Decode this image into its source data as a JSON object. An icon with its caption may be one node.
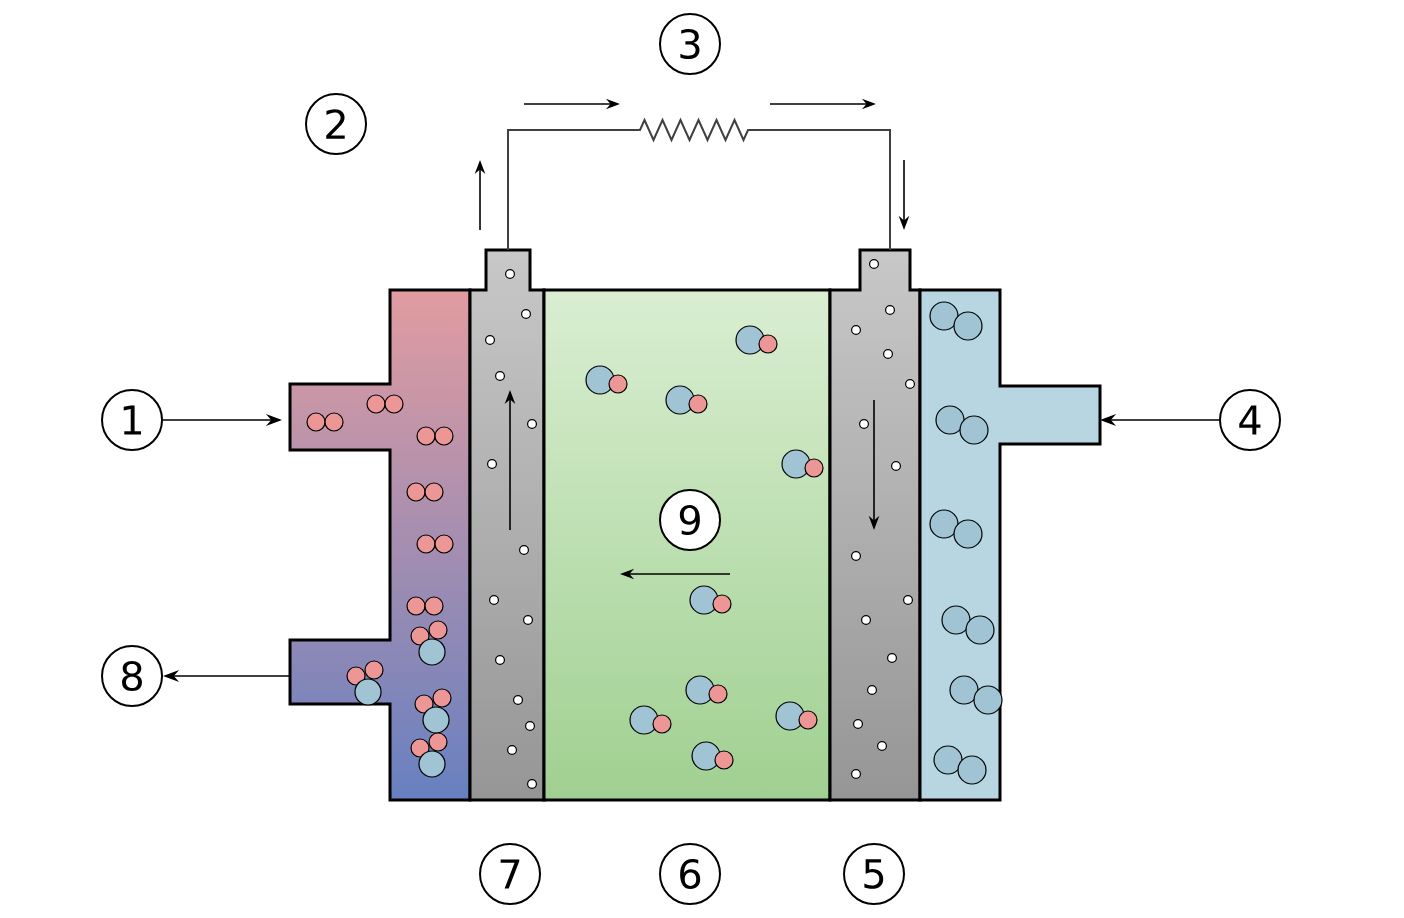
{
  "diagram": {
    "nodes": [
      {
        "text": [
          "3"
        ]
      },
      {
        "text": [
          "2"
        ]
      },
      {
        "text": [
          "1"
        ]
      },
      {
        "text": [
          "4"
        ]
      },
      {
        "text": [
          "9"
        ]
      },
      {
        "text": [
          "8"
        ]
      },
      {
        "text": [
          "7"
        ]
      },
      {
        "text": [
          "6"
        ]
      },
      {
        "text": [
          "5"
        ]
      }
    ],
    "edges": [
      {
        "from": 2,
        "to": null,
        "arrow": "to"
      },
      {
        "from": 3,
        "to": null,
        "arrow": "to"
      },
      {
        "from": null,
        "to": 5,
        "arrow": "to"
      }
    ]
  }
}
